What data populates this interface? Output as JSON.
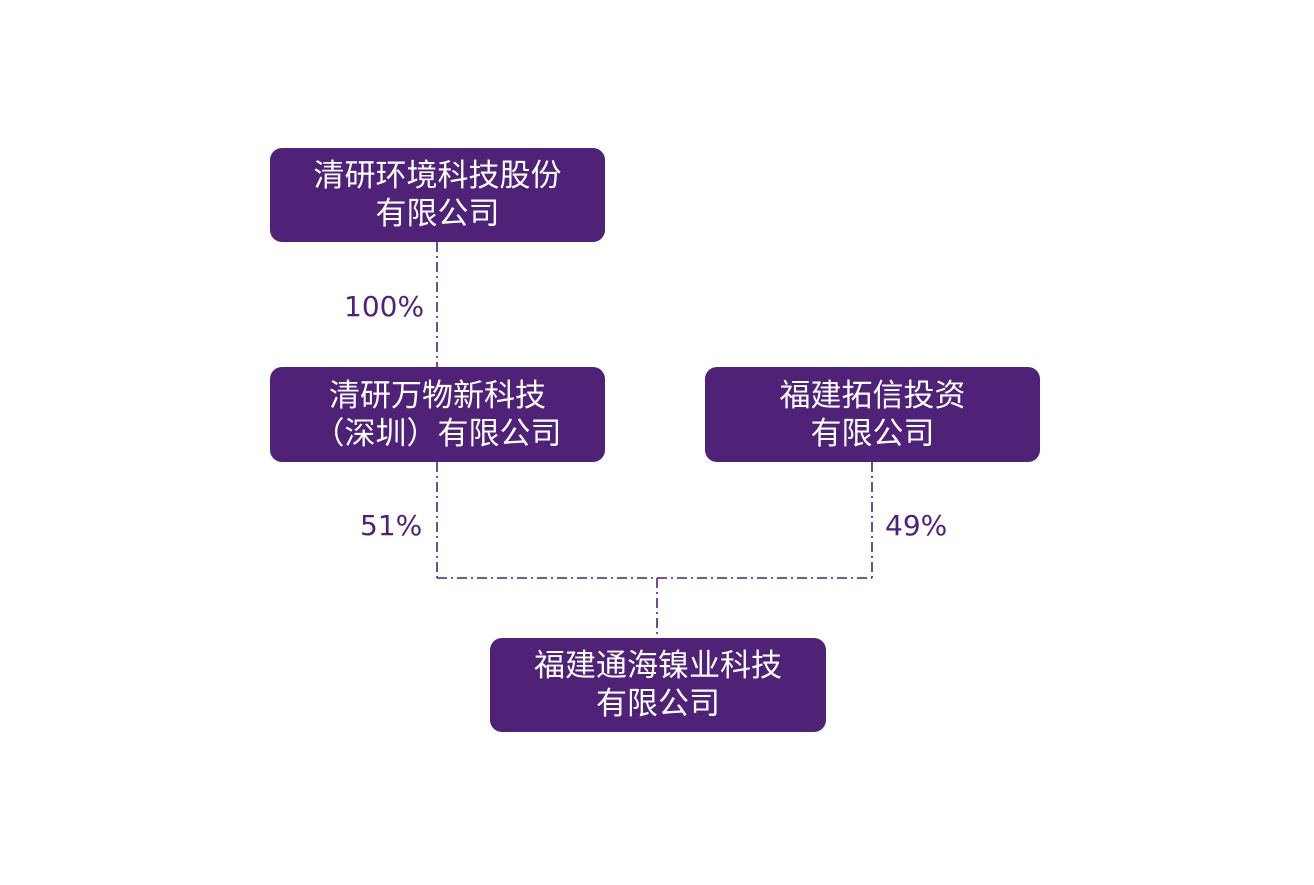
{
  "colors": {
    "box_fill": "#4f2177",
    "box_text": "#ffffff",
    "line": "#4f2177",
    "label_text": "#4f2177"
  },
  "nodes": {
    "parent": {
      "line1": "清研环境科技股份",
      "line2": "有限公司"
    },
    "subsidiary": {
      "line1": "清研万物新科技",
      "line2": "（深圳）有限公司"
    },
    "partner": {
      "line1": "福建拓信投资",
      "line2": "有限公司"
    },
    "joint_venture": {
      "line1": "福建通海镍业科技",
      "line2": "有限公司"
    }
  },
  "edges": {
    "parent_to_subsidiary": "100%",
    "subsidiary_to_jv": "51%",
    "partner_to_jv": "49%"
  }
}
